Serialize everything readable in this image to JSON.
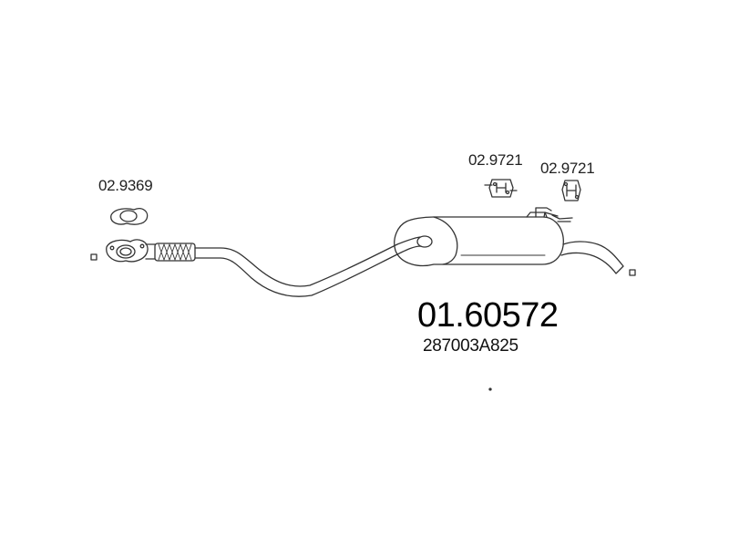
{
  "labels": {
    "gasket_part_no": "02.9369",
    "hanger_part_no_1": "02.9721",
    "hanger_part_no_2": "02.9721",
    "main_part_no": "01.60572",
    "oem_no": "287003A825"
  },
  "colors": {
    "line": "#333333",
    "text": "#111111"
  }
}
